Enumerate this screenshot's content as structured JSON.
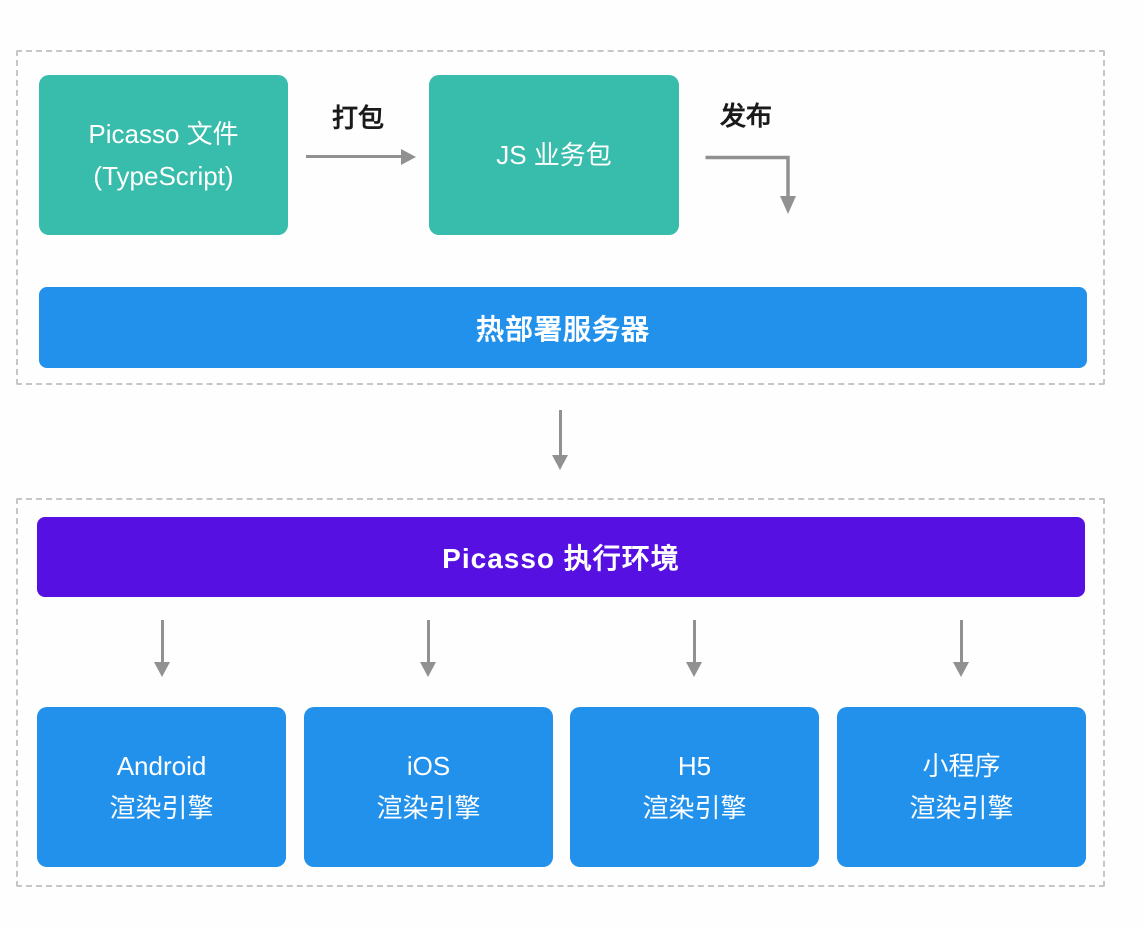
{
  "colors": {
    "teal": "#38bcab",
    "blue": "#2291ec",
    "purple": "#5710e2",
    "arrow_gray": "#919191",
    "border_gray": "#c6c6c6"
  },
  "pipeline": {
    "picasso_file": {
      "line1": "Picasso 文件",
      "line2": "(TypeScript)"
    },
    "pack_arrow_label": "打包",
    "js_bundle_label": "JS 业务包",
    "publish_arrow_label": "发布",
    "server_label": "热部署服务器"
  },
  "runtime": {
    "environment_label": "Picasso 执行环境",
    "engines": [
      {
        "line1": "Android",
        "line2": "渲染引擎"
      },
      {
        "line1": "iOS",
        "line2": "渲染引擎"
      },
      {
        "line1": "H5",
        "line2": "渲染引擎"
      },
      {
        "line1": "小程序",
        "line2": "渲染引擎"
      }
    ]
  }
}
